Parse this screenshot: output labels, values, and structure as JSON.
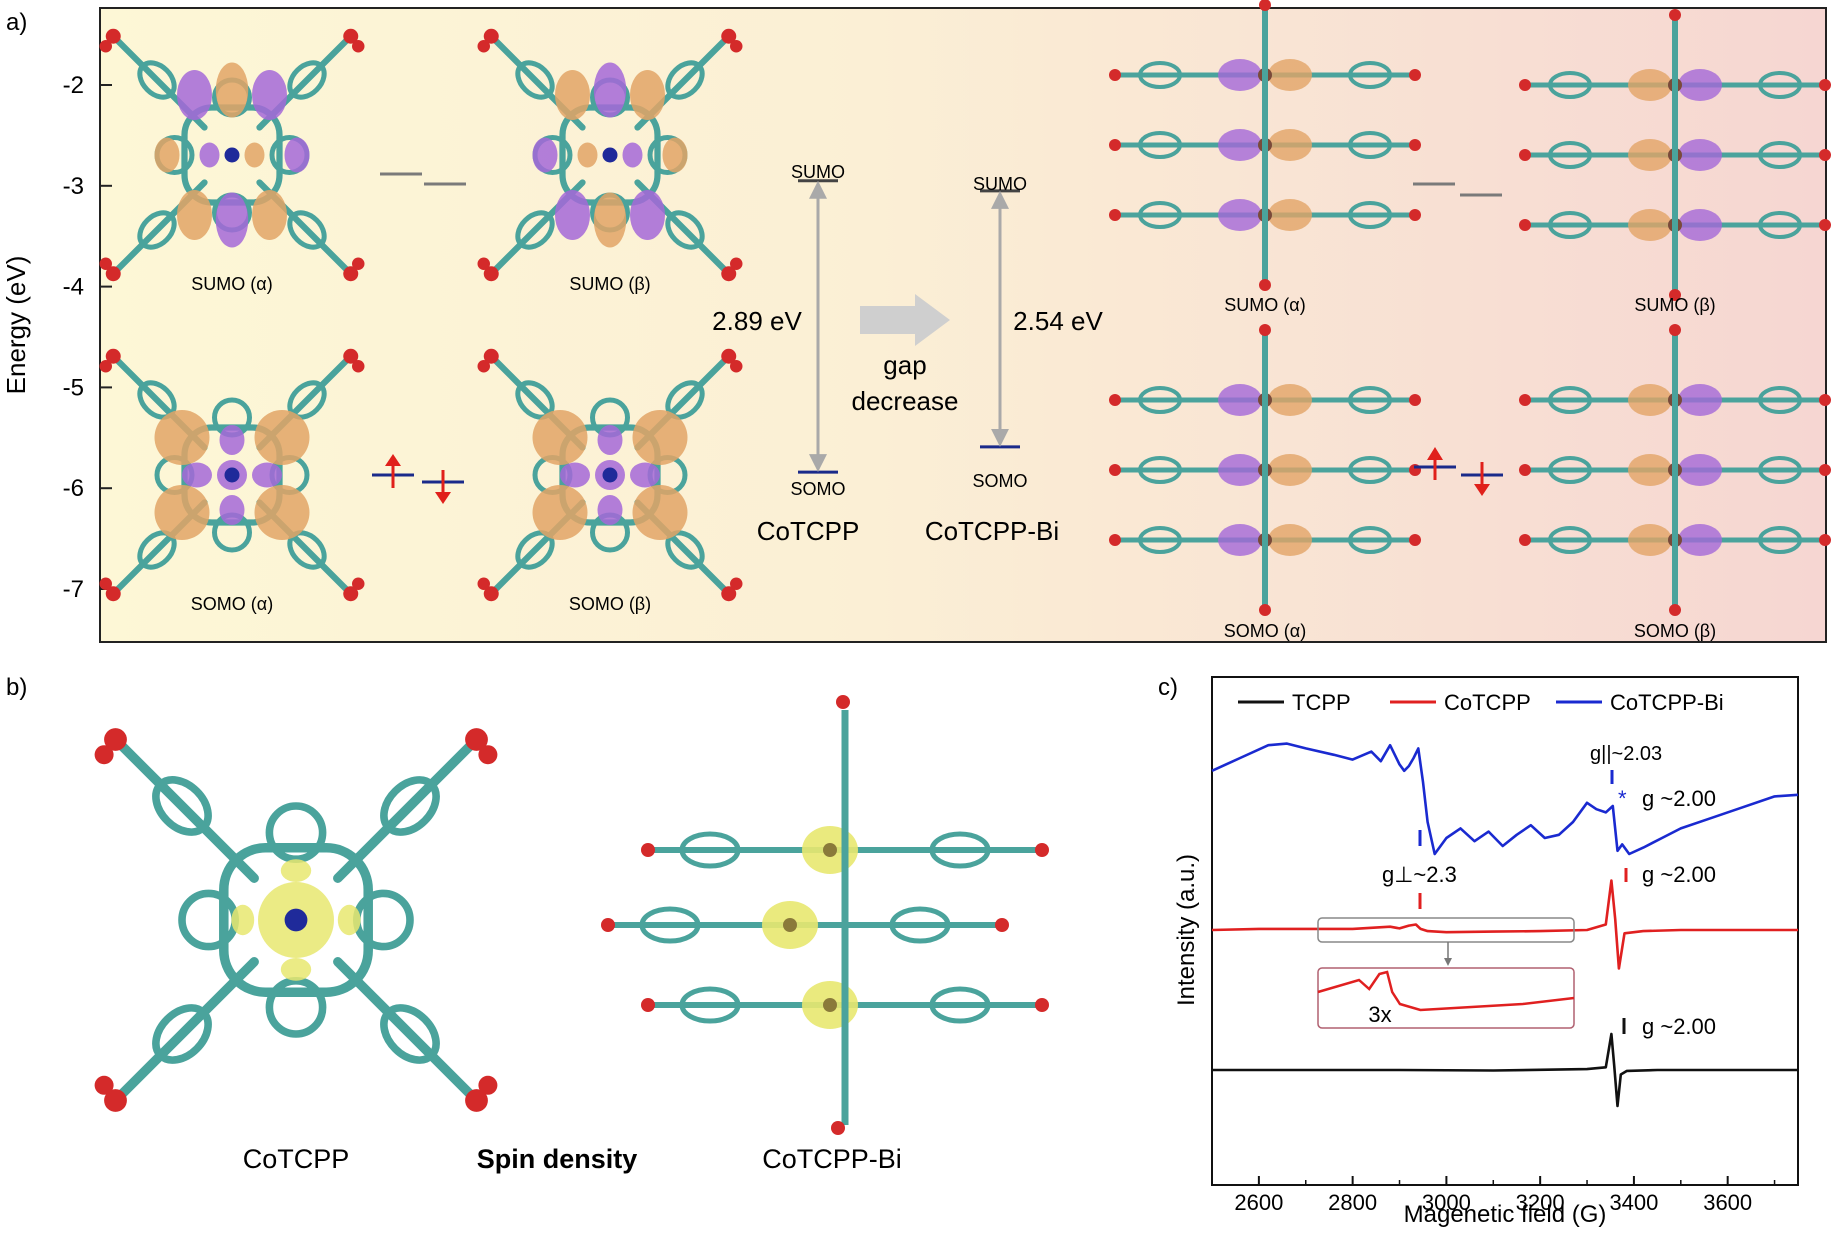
{
  "panel_labels": {
    "a": "a)",
    "b": "b)",
    "c": "c)"
  },
  "colors": {
    "alpha_arrow": "#e0201b",
    "beta_arrow": "#e0201b",
    "level_blue": "#1a2a8a",
    "level_gray": "#7a7a7a",
    "orbital_purple": "#a468d8",
    "orbital_orange": "#e2a466",
    "carbon": "#4aa39c",
    "oxygen": "#d42a2a",
    "cobalt": "#1f2a9a",
    "spin_yellow": "#e8e870",
    "tcpp": "#111111",
    "cotcpp": "#e02020",
    "cotcpp_bi": "#1a2ad0"
  },
  "panel_a": {
    "ylabel": "Energy (eV)",
    "yticks": [
      "-2",
      "-3",
      "-4",
      "-5",
      "-6",
      "-7"
    ],
    "orbitals": {
      "sumo_alpha": "SUMO (α)",
      "sumo_beta": "SUMO (β)",
      "somo_alpha": "SOMO (α)",
      "somo_beta": "SOMO (β)"
    },
    "level_sumo": "SUMO",
    "level_somo": "SOMO",
    "gap_left": "2.89 eV",
    "gap_right": "2.54 eV",
    "gap_text_1": "gap",
    "gap_text_2": "decrease",
    "compound_left": "CoTCPP",
    "compound_right": "CoTCPP-Bi"
  },
  "panel_b": {
    "left_label": "CoTCPP",
    "center_label": "Spin density",
    "right_label": "CoTCPP-Bi"
  },
  "chart_data": [
    {
      "type": "bar",
      "title": "",
      "xlabel": "",
      "ylabel": "Energy (eV)",
      "ylim": [
        -7.5,
        -1.5
      ],
      "categories": [
        "CoTCPP",
        "CoTCPP-Bi"
      ],
      "series": [
        {
          "name": "SUMO",
          "values": [
            -2.95,
            -3.05
          ]
        },
        {
          "name": "SOMO",
          "values": [
            -5.84,
            -5.59
          ]
        }
      ],
      "gaps_eV": [
        2.89,
        2.54
      ]
    },
    {
      "type": "line",
      "title": "",
      "xlabel": "Magenetic field (G)",
      "ylabel": "Intensity (a.u.)",
      "xlim": [
        2500,
        3750
      ],
      "xticks": [
        "2600",
        "2800",
        "3000",
        "3200",
        "3400",
        "3600"
      ],
      "legend": {
        "placement": "top",
        "entries": [
          "TCPP",
          "CoTCPP",
          "CoTCPP-Bi"
        ]
      },
      "series": [
        {
          "name": "CoTCPP-Bi",
          "x": [
            2500,
            2560,
            2620,
            2660,
            2700,
            2760,
            2800,
            2840,
            2860,
            2880,
            2900,
            2910,
            2920,
            2930,
            2940,
            2950,
            2960,
            2975,
            3000,
            3030,
            3060,
            3090,
            3120,
            3150,
            3180,
            3210,
            3240,
            3270,
            3300,
            3320,
            3340,
            3355,
            3365,
            3375,
            3390,
            3420,
            3460,
            3500,
            3560,
            3620,
            3700,
            3750
          ],
          "y": [
            0.62,
            0.7,
            0.78,
            0.79,
            0.76,
            0.72,
            0.69,
            0.74,
            0.68,
            0.78,
            0.66,
            0.62,
            0.65,
            0.7,
            0.76,
            0.55,
            0.3,
            0.1,
            0.2,
            0.26,
            0.18,
            0.24,
            0.15,
            0.22,
            0.28,
            0.2,
            0.22,
            0.3,
            0.42,
            0.38,
            0.36,
            0.4,
            0.12,
            0.16,
            0.1,
            0.14,
            0.2,
            0.26,
            0.32,
            0.38,
            0.46,
            0.47
          ]
        },
        {
          "name": "CoTCPP",
          "x": [
            2500,
            2600,
            2700,
            2800,
            2880,
            2900,
            2920,
            2935,
            2945,
            2960,
            3000,
            3100,
            3200,
            3300,
            3340,
            3352,
            3360,
            3368,
            3380,
            3420,
            3500,
            3600,
            3750
          ],
          "y": [
            0,
            0.01,
            0.01,
            0.01,
            0.03,
            0.015,
            0.04,
            0.05,
            0.01,
            -0.01,
            -0.02,
            -0.015,
            -0.01,
            0,
            0.05,
            0.45,
            0.1,
            -0.35,
            -0.03,
            -0.01,
            0,
            0,
            0
          ]
        },
        {
          "name": "TCPP",
          "x": [
            2500,
            2700,
            2900,
            3100,
            3300,
            3340,
            3352,
            3358,
            3365,
            3372,
            3385,
            3450,
            3600,
            3750
          ],
          "y": [
            0,
            0,
            0,
            -0.005,
            0.01,
            0.03,
            0.4,
            0.05,
            -0.4,
            -0.05,
            -0.01,
            0,
            0,
            0
          ]
        }
      ],
      "annotations": {
        "g_perp": "g⊥~2.3",
        "g_par": "g||~2.03",
        "g200_blue": "g ~2.00",
        "g200_red": "g ~2.00",
        "g200_black": "g ~2.00",
        "asterisk": "*",
        "inset_label": "3x"
      }
    }
  ]
}
